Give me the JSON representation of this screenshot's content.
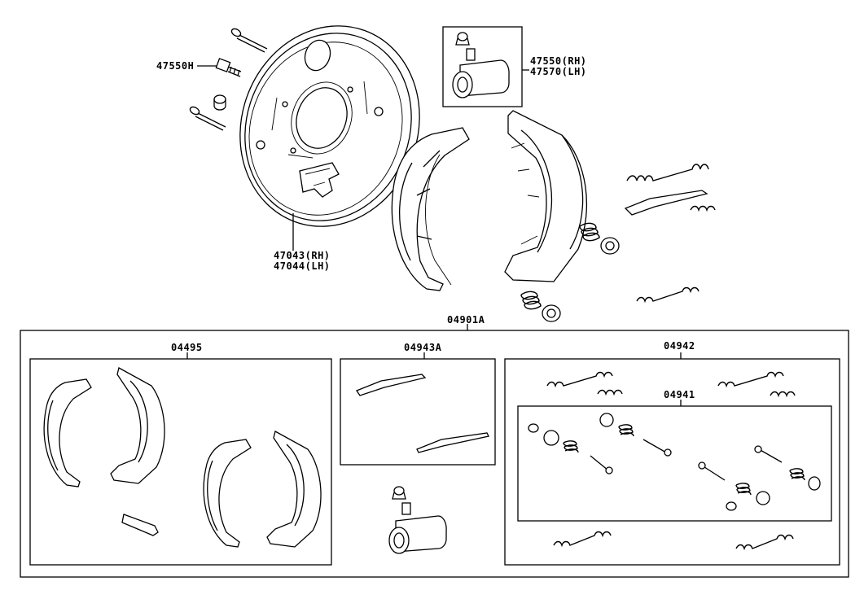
{
  "labels": {
    "p47550H": "47550H",
    "p47550rh": "47550(RH)",
    "p47570lh": "47570(LH)",
    "p47043rh": "47043(RH)",
    "p47044lh": "47044(LH)",
    "p04901A": "04901A",
    "p04495": "04495",
    "p04943A": "04943A",
    "p04942": "04942",
    "p04941": "04941"
  }
}
